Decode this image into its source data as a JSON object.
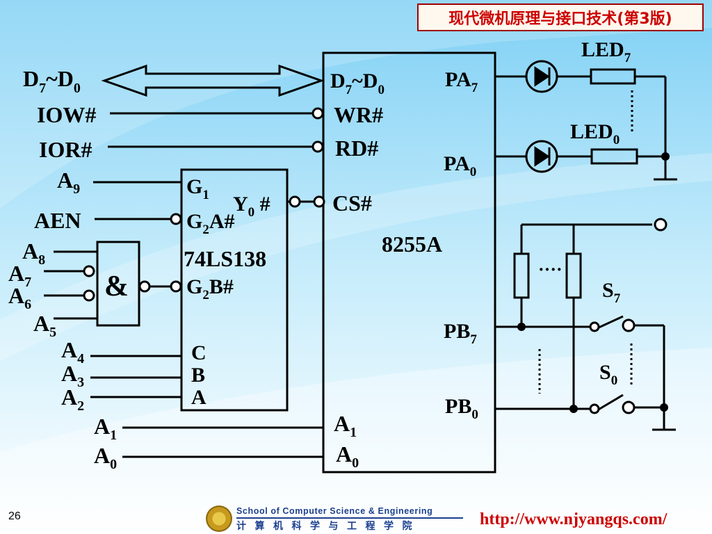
{
  "slide": {
    "header": "现代微机原理与接口技术(第3版)",
    "page_number": "26",
    "school_en": "School of Computer Science & Engineering",
    "school_zh": "计算机科学与工程学院",
    "url": "http://www.njyangqs.com/"
  },
  "labels": {
    "bus_left": {
      "base": "D",
      "s1": "7",
      "mid": "~D",
      "s2": "0"
    },
    "bus_right": {
      "base": "D",
      "s1": "7",
      "mid": "~D",
      "s2": "0"
    },
    "iow": "IOW#",
    "ior": "IOR#",
    "wr": "WR#",
    "rd": "RD#",
    "cs": "CS#",
    "a9": {
      "base": "A",
      "sub": "9"
    },
    "aen": "AEN",
    "a8": {
      "base": "A",
      "sub": "8"
    },
    "a7": {
      "base": "A",
      "sub": "7"
    },
    "a6": {
      "base": "A",
      "sub": "6"
    },
    "a5": {
      "base": "A",
      "sub": "5"
    },
    "a4": {
      "base": "A",
      "sub": "4"
    },
    "a3": {
      "base": "A",
      "sub": "3"
    },
    "a2": {
      "base": "A",
      "sub": "2"
    },
    "a1_left": {
      "base": "A",
      "sub": "1"
    },
    "a0_left": {
      "base": "A",
      "sub": "0"
    },
    "a1_right": {
      "base": "A",
      "sub": "1"
    },
    "a0_right": {
      "base": "A",
      "sub": "0"
    },
    "and_gate": "&",
    "g1": {
      "base": "G",
      "sub": "1"
    },
    "g2a": {
      "base": "G",
      "sub": "2",
      "tail": "A#"
    },
    "g2b": {
      "base": "G",
      "sub": "2",
      "tail": "B#"
    },
    "decoder": "74LS138",
    "c": "C",
    "b": "B",
    "a": "A",
    "y0": {
      "base": "Y",
      "sub": "0",
      "tail": " #"
    },
    "chip": "8255A",
    "pa7": {
      "base": "PA",
      "sub": "7"
    },
    "pa0": {
      "base": "PA",
      "sub": "0"
    },
    "pb7": {
      "base": "PB",
      "sub": "7"
    },
    "pb0": {
      "base": "PB",
      "sub": "0"
    },
    "led7": {
      "base": "LED",
      "sub": "7"
    },
    "led0": {
      "base": "LED",
      "sub": "0"
    },
    "s7": {
      "base": "S",
      "sub": "7"
    },
    "s0": {
      "base": "S",
      "sub": "0"
    },
    "ellipsis": "····"
  }
}
